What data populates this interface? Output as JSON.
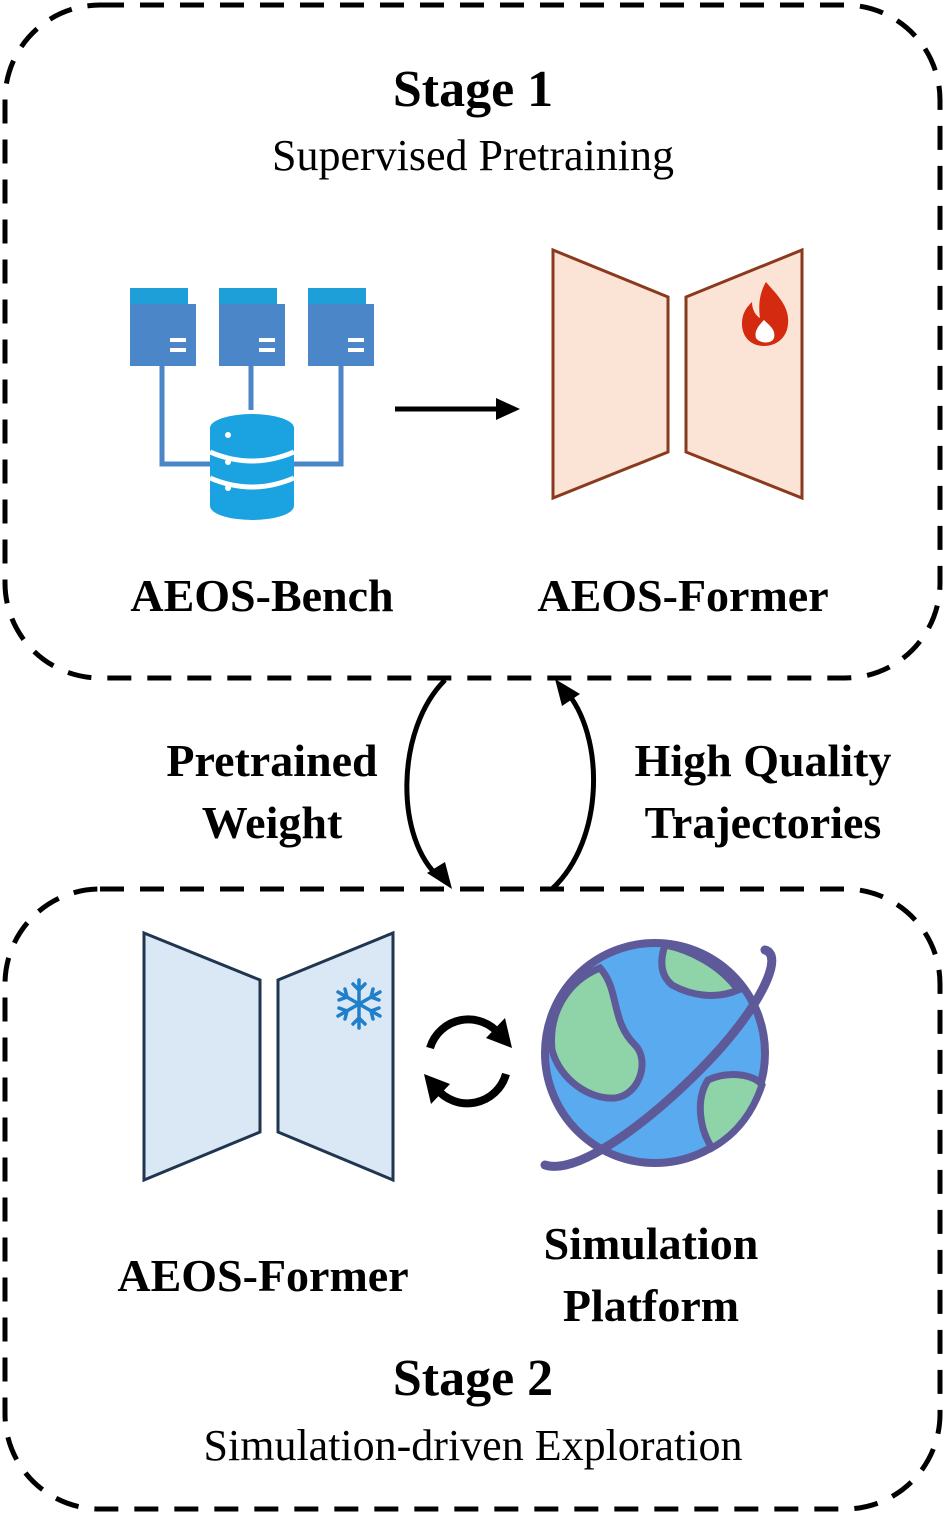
{
  "stage1": {
    "title": "Stage 1",
    "subtitle": "Supervised Pretraining",
    "bench_label": "AEOS-Bench",
    "former_label": "AEOS-Former",
    "former_icon": "flame-icon"
  },
  "middle": {
    "left_label": [
      "Pretrained",
      "Weight"
    ],
    "right_label": [
      "High Quality",
      "Trajectories"
    ]
  },
  "stage2": {
    "title": "Stage 2",
    "subtitle": "Simulation-driven Exploration",
    "former_label": "AEOS-Former",
    "former_icon": "snowflake-icon",
    "sim_label": [
      "Simulation",
      "Platform"
    ],
    "sim_icon": "globe-icon",
    "loop_icon": "refresh-icon"
  },
  "colors": {
    "folder_tab": "#1e9fd8",
    "folder_body": "#4a86c8",
    "database": "#1aa3e0",
    "connector": "#4a86c8",
    "former_stage1_fill": "#fbe3d6",
    "former_stage1_stroke": "#8a3a1e",
    "flame": "#d42a10",
    "former_stage2_fill": "#dae8f6",
    "former_stage2_stroke": "#1f3550",
    "snowflake": "#1f7fc8",
    "globe_ocean": "#5aaaf0",
    "globe_land": "#8fd4a8",
    "globe_outline": "#5e5a9a"
  }
}
